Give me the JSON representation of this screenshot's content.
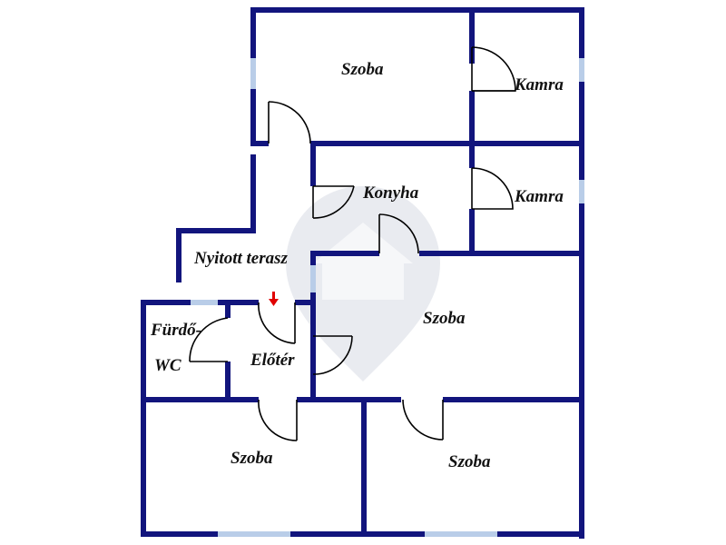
{
  "colors": {
    "wall": "#12157d",
    "window": "#b9cde8",
    "door": "#000000",
    "entrance_arrow": "#e00000",
    "background": "#ffffff"
  },
  "rooms": {
    "szoba_top": "Szoba",
    "kamra_top": "Kamra",
    "konyha": "Konyha",
    "kamra_mid": "Kamra",
    "terasz": "Nyitott terasz",
    "szoba_middle": "Szoba",
    "furdo_line1": "Fürdő-",
    "furdo_line2": "WC",
    "eloter": "Előtér",
    "szoba_bottom_left": "Szoba",
    "szoba_bottom_right": "Szoba"
  },
  "icons": {
    "entrance": "entrance-arrow-icon",
    "watermark": "house-location-pin-watermark"
  }
}
